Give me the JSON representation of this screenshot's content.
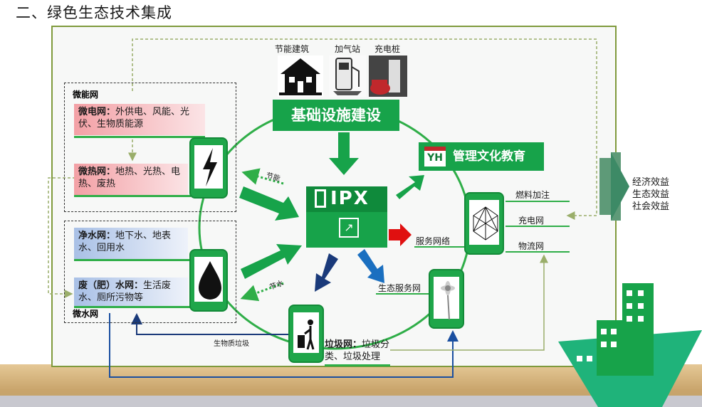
{
  "title": "二、绿色生态技术集成",
  "top_icons": {
    "building": "节能建筑",
    "gas": "加气站",
    "charge": "充电桩"
  },
  "infrastructure": "基础设施建设",
  "management": {
    "logo": "YH",
    "label": "管理文化教育"
  },
  "micro_energy": {
    "group_label": "微能网",
    "grid_title": "微电网：",
    "grid_text": "外供电、风能、光伏、生物质能源",
    "heat_title": "微热网：",
    "heat_text": "地热、光热、电热、废热"
  },
  "micro_water": {
    "group_label": "微水网",
    "clean_title": "净水网：",
    "clean_text": "地下水、地表水、回用水",
    "waste_title": "废（肥）水网：",
    "waste_text": "生活废水、厕所污物等"
  },
  "arrows": {
    "energy_saving": "节能",
    "water_saving": "节水",
    "bio_waste": "生物质垃圾"
  },
  "center": {
    "text": "IPX"
  },
  "service_network": "服务网络",
  "eco_service_network": "生态服务网",
  "service_items": [
    "燃料加注",
    "充电网",
    "物流网"
  ],
  "garbage": {
    "title": "垃圾网：",
    "text": "垃圾分类、垃圾处理"
  },
  "benefits": [
    "经济效益",
    "生态效益",
    "社会效益"
  ],
  "colors": {
    "green": "#17a34a",
    "dark_green": "#0f7a35",
    "navy": "#1a3a7a",
    "red": "#e01010",
    "frame": "#7f9a3c"
  }
}
